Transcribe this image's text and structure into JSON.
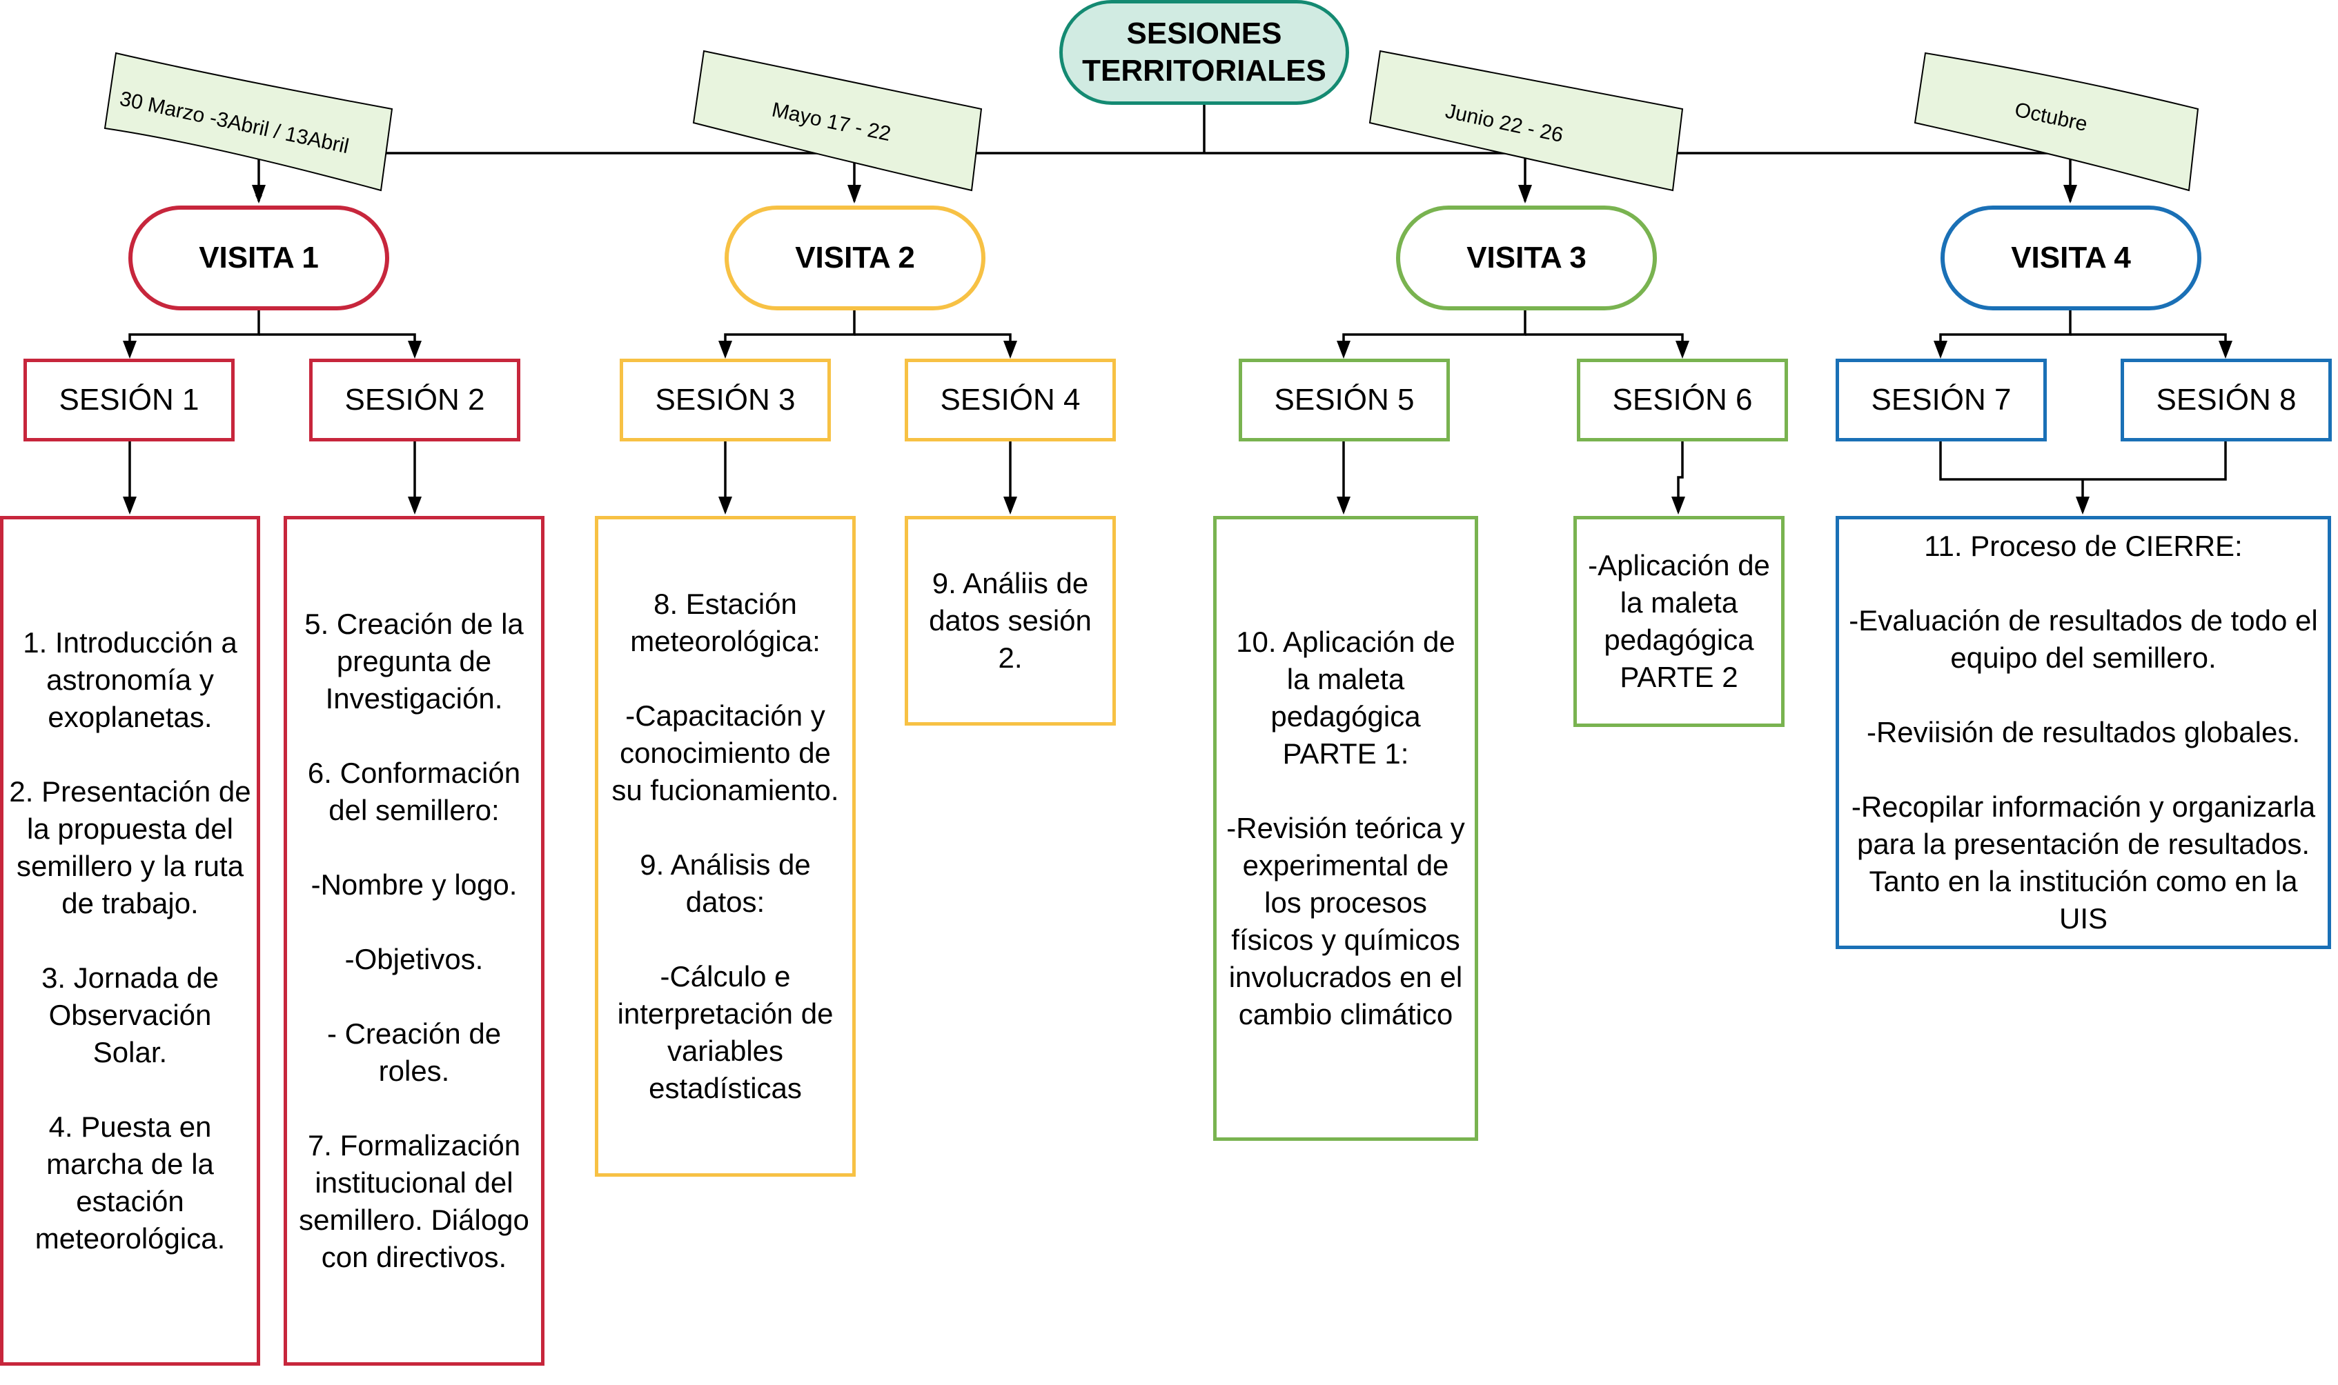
{
  "root": {
    "title": "SESIONES\nTERRITORIALES"
  },
  "dates": [
    "30 Marzo -3Abril / 13Abril",
    "Mayo 17 - 22",
    "Junio 22 - 26",
    "Octubre"
  ],
  "visits": [
    "VISITA 1",
    "VISITA 2",
    "VISITA 3",
    "VISITA 4"
  ],
  "sessions": [
    "SESIÓN 1",
    "SESIÓN 2",
    "SESIÓN 3",
    "SESIÓN 4",
    "SESIÓN 5",
    "SESIÓN 6",
    "SESIÓN 7",
    "SESIÓN 8"
  ],
  "contents": [
    "1. Introducción a astronomía y exoplanetas.\n\n2. Presentación de la propuesta del semillero y la ruta de trabajo.\n\n3. Jornada de Observación Solar.\n\n4. Puesta en marcha de la estación meteorológica.",
    "5. Creación de la pregunta de Investigación.\n\n6. Conformación del semillero:\n\n-Nombre y logo.\n\n-Objetivos.\n\n- Creación de roles.\n\n7. Formalización institucional del semillero. Diálogo con directivos.",
    "8. Estación meteorológica:\n\n-Capacitación y conocimiento de su fucionamiento.\n\n9. Análisis de datos:\n\n-Cálculo e interpretación de variables estadísticas",
    "9. Análiis de datos sesión 2.",
    "10. Aplicación de la maleta pedagógica PARTE 1:\n\n-Revisión teórica y experimental de los procesos físicos y químicos involucrados en el cambio climático",
    "-Aplicación de la maleta pedagógica PARTE 2",
    "11. Proceso de CIERRE:\n\n-Evaluación de resultados de todo el equipo del semillero.\n\n-Reviisión de resultados globales.\n\n-Recopilar información y organizarla para la presentación de resultados. Tanto en la institución como en la UIS"
  ],
  "colors": {
    "root_fill": "#d1ebe2",
    "root_border": "#148a72",
    "flag_fill": "#e8f4de",
    "visit1": "#c7263c",
    "visit2": "#f7c144",
    "visit3": "#79b350",
    "visit4": "#1a70b6"
  }
}
